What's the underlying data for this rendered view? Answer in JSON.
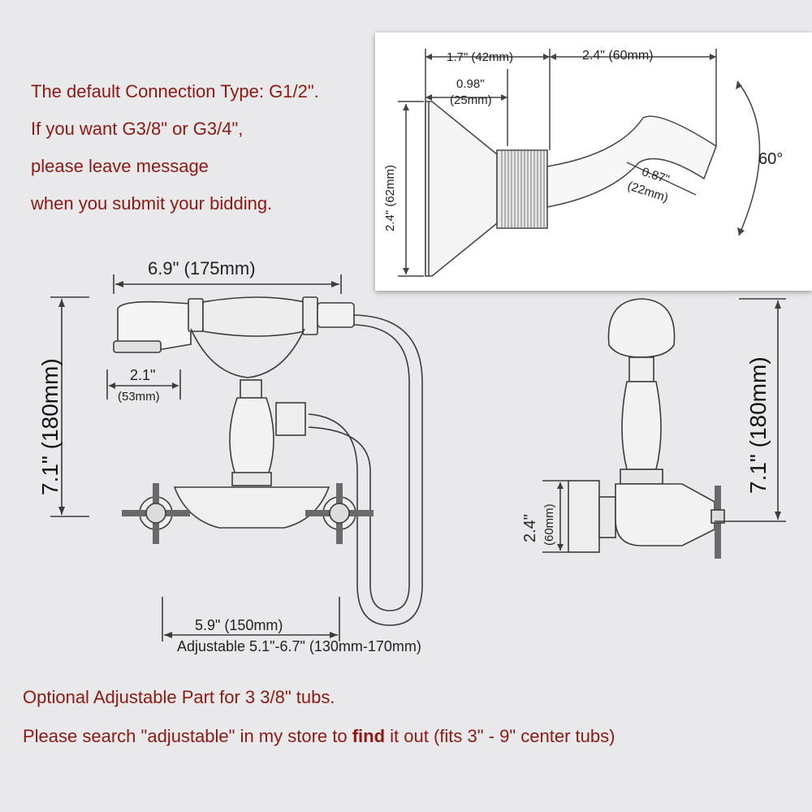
{
  "notes_top": [
    "The default Connection Type: G1/2\".",
    "If you want G3/8\" or G3/4\",",
    "please leave message",
    "when you submit your bidding."
  ],
  "notes_bottom": {
    "line1": "Optional Adjustable Part for 3 3/8\" tubs.",
    "line2_before": "Please search \"adjustable\" in my store to ",
    "line2_find": "find",
    "line2_after": " it out (fits 3\" - 9\" center tubs)"
  },
  "inset": {
    "dim_top_left": "1.7\" (42mm)",
    "dim_top_right": "2.4\" (60mm)",
    "dim_inner_in": "0.98\"",
    "dim_inner_mm": "(25mm)",
    "dim_height": "2.4\" (62mm)",
    "dim_arm_in": "0.87\"",
    "dim_arm_mm": "(22mm)",
    "angle": "60°"
  },
  "front": {
    "width": "6.9\" (175mm)",
    "height": "7.1\" (180mm)",
    "handset_in": "2.1\"",
    "handset_mm": "(53mm)",
    "center": "5.9\" (150mm)",
    "adjustable": "Adjustable 5.1\"-6.7\" (130mm-170mm)"
  },
  "side": {
    "height": "7.1\" (180mm)",
    "flange_in": "2.4\"",
    "flange_mm": "(60mm)"
  },
  "colors": {
    "text_red": "#8b1a12",
    "line": "#444444",
    "background": "#e9e9eb"
  }
}
